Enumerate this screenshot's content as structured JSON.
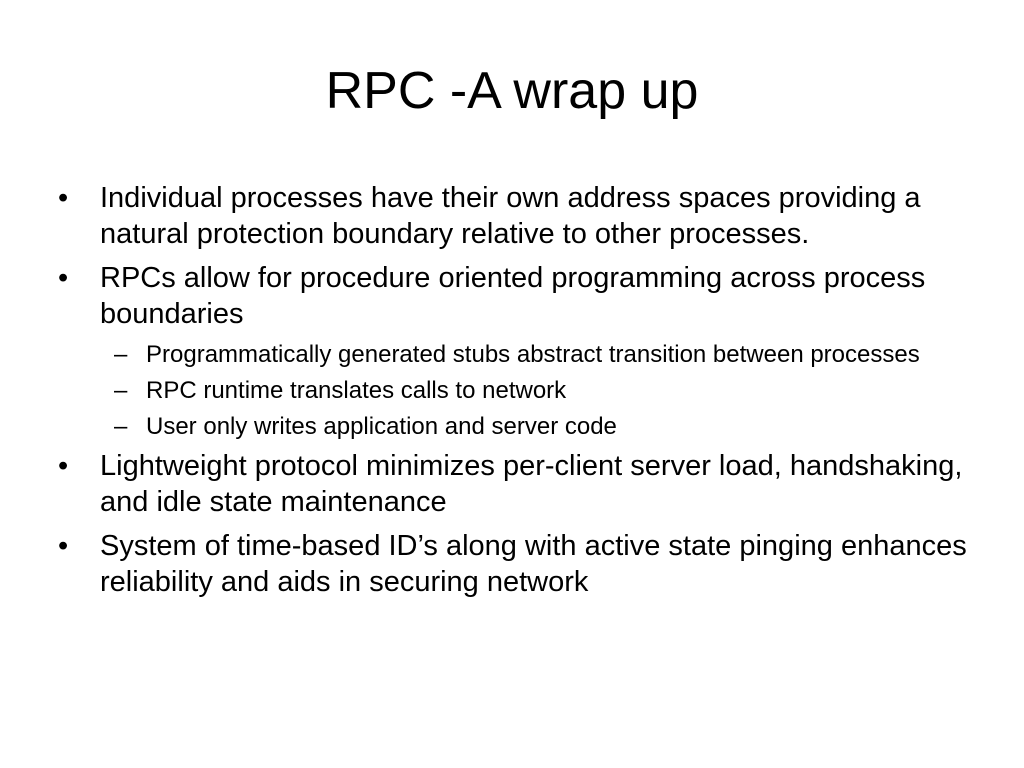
{
  "slide": {
    "title": "RPC -A wrap up",
    "bullet_marker": "•",
    "sub_marker": "–",
    "bullets": [
      {
        "text": "Individual processes have their own address spaces providing a natural protection boundary relative to other processes."
      },
      {
        "text": "RPCs allow for procedure oriented programming across process boundaries",
        "subs": [
          "Programmatically generated stubs abstract transition between processes",
          "RPC runtime translates calls to network",
          "User only writes application and server code"
        ]
      },
      {
        "text": "Lightweight protocol minimizes per-client server load, handshaking, and idle state maintenance"
      },
      {
        "text": "System of time-based ID’s along with active state pinging enhances reliability and aids in securing network"
      }
    ]
  }
}
